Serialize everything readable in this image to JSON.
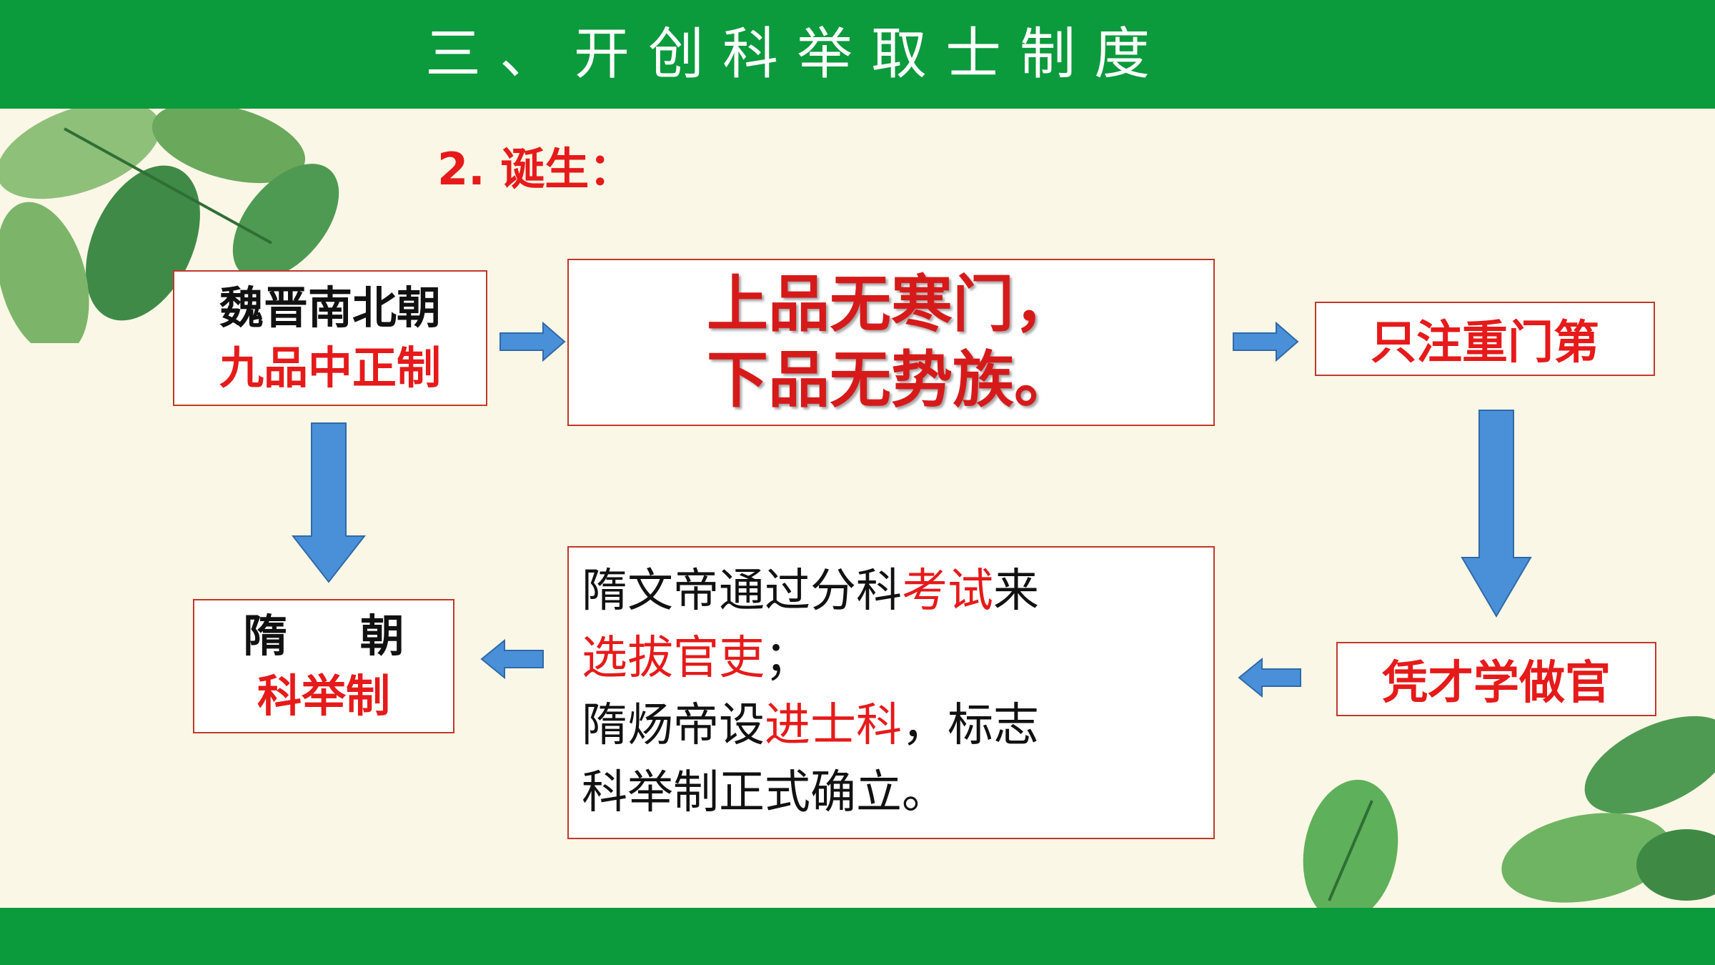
{
  "header": {
    "title": "三、开创科举取士制度"
  },
  "section": {
    "label": "2. 诞生："
  },
  "boxes": {
    "wei_jin": {
      "line1": "魏晋南北朝",
      "line2": "九品中正制"
    },
    "quote": {
      "line1": "上品无寒门，",
      "line2": "下品无势族。"
    },
    "menfa": {
      "text": "只注重门第"
    },
    "caixue": {
      "text": "凭才学做官"
    },
    "sui_detail": {
      "l1_a": "隋文帝通过分科",
      "l1_b": "考试",
      "l1_c": "来",
      "l2_a": "选拔官吏",
      "l2_b": "；",
      "l3_a": "隋炀帝设",
      "l3_b": "进士科",
      "l3_c": "，标志",
      "l4": "科举制正式确立。"
    },
    "sui": {
      "line1": "隋  朝",
      "line2": "科举制"
    }
  },
  "colors": {
    "header_green": "#0b9a3c",
    "accent_red": "#e61a1a",
    "arrow_blue": "#4a90d9",
    "box_border": "#c0392b"
  }
}
